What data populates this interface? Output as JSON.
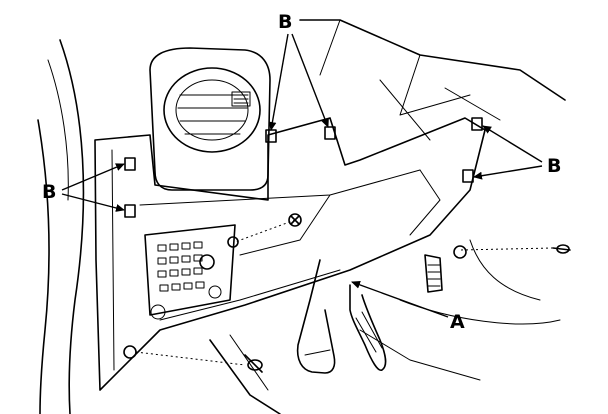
{
  "callouts": {
    "a": "A",
    "b_top": "B",
    "b_left": "B",
    "b_right": "B"
  }
}
